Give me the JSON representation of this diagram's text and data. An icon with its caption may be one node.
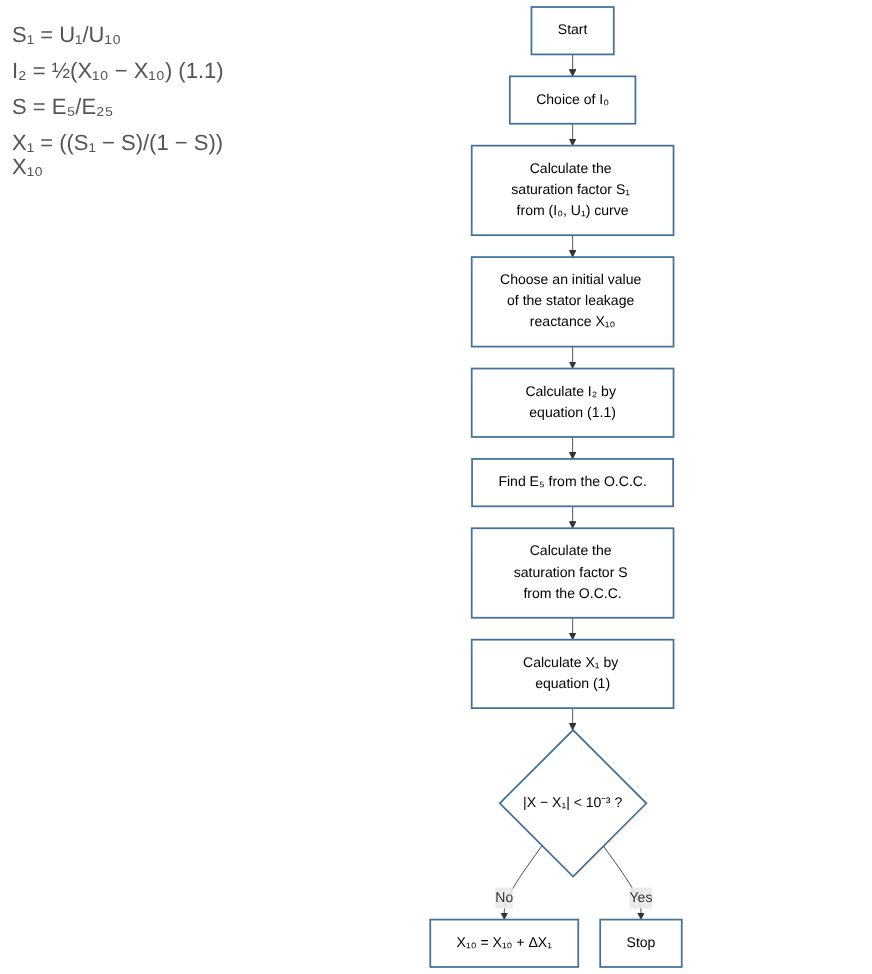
{
  "diagram": {
    "nodes": [
      {
        "text": [
          "Start"
        ]
      },
      {
        "text": [
          "Choice of I₀"
        ]
      },
      {
        "text": [
          "Calculate the saturation factor S₁ from (I₀, U₁) curve"
        ]
      },
      {
        "text": [
          "Choose an initial value of the stator leakage reactance X₁₀"
        ]
      },
      {
        "text": [
          "Calculate I₂ by equation (1.1)"
        ]
      },
      {
        "text": [
          "Find E₅ from the O.C.C."
        ]
      },
      {
        "text": [
          "Calculate the saturation factor S from the O.C.C."
        ]
      },
      {
        "text": [
          "Calculate X₁ by equation (1)"
        ]
      },
      {
        "text": [
          "|X − X₁| < 10⁻³ ?"
        ]
      },
      {
        "text": [
          "X₁₀ = X₁₀ + ΔX₁"
        ]
      },
      {
        "text": [
          "Stop"
        ]
      }
    ],
    "edges": [
      {
        "from": 0,
        "to": 1,
        "arrow": "to"
      },
      {
        "from": 1,
        "to": 2,
        "arrow": "to"
      },
      {
        "from": 2,
        "to": 3,
        "arrow": "to"
      },
      {
        "from": 3,
        "to": 4,
        "arrow": "to"
      },
      {
        "from": 4,
        "to": 5,
        "arrow": "to"
      },
      {
        "from": 5,
        "to": 6,
        "arrow": "to"
      },
      {
        "from": 6,
        "to": 7,
        "arrow": "to"
      },
      {
        "from": 7,
        "to": 8,
        "arrow": "to"
      },
      {
        "from": 8,
        "to": 9,
        "label": "No",
        "arrow": "to"
      },
      {
        "from": 8,
        "to": 10,
        "label": "Yes",
        "arrow": "to"
      }
    ],
    "labels": [
      "S₁ = U₁/U₁₀",
      "I₂ = ½(X₁₀ − X₁₀) (1.1)",
      "S = E₅/E₂₅",
      "X₁ = ((S₁ − S)/(1 − S)) X₁₀"
    ]
  }
}
